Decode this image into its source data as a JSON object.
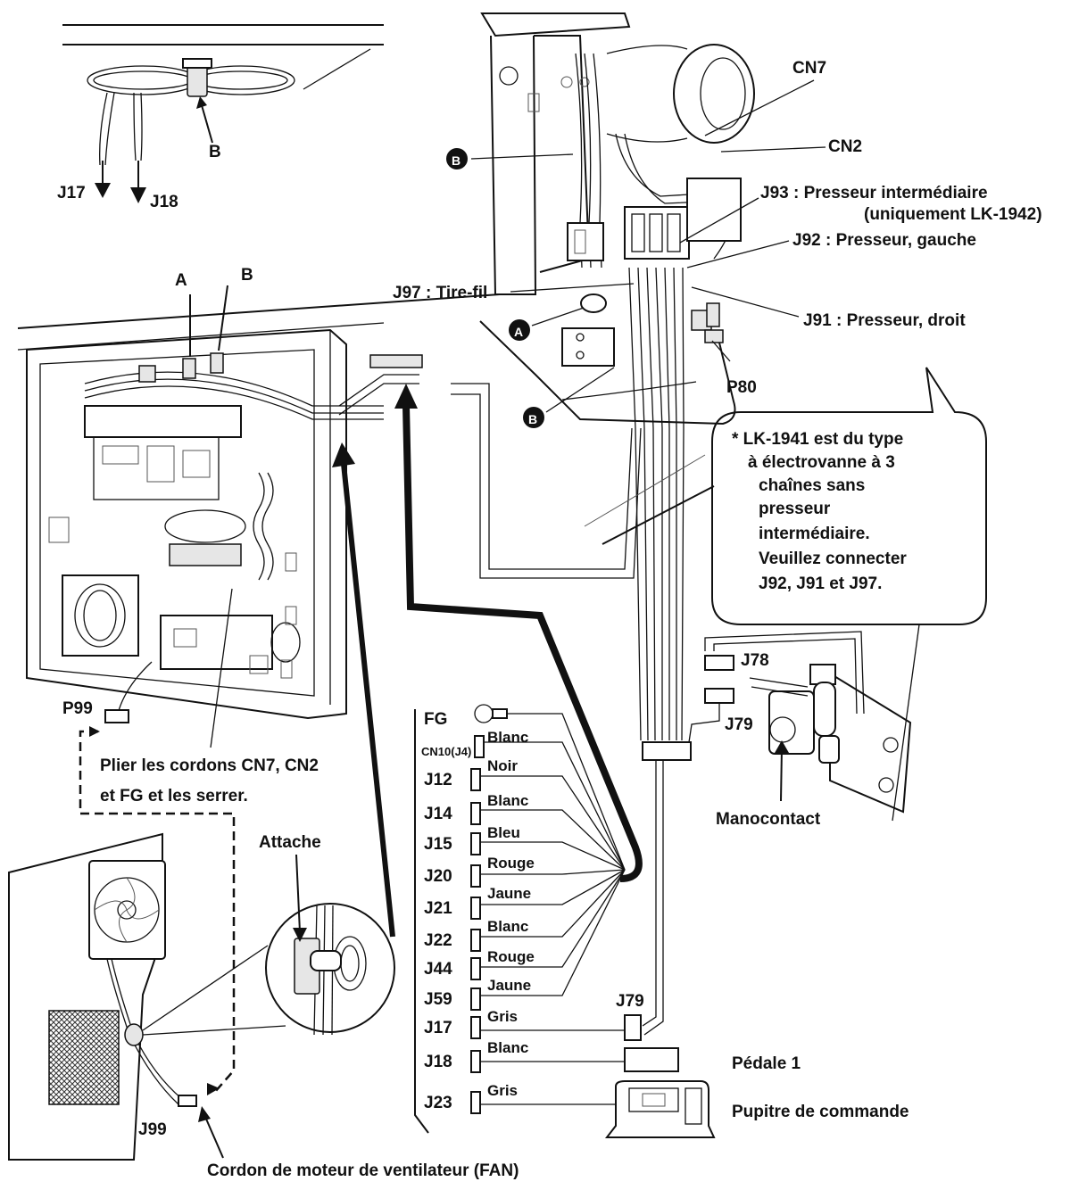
{
  "top_left": {
    "label_b": "B",
    "label_j17": "J17",
    "label_j18": "J18"
  },
  "box": {
    "label_a": "A",
    "label_b": "B",
    "label_p99": "P99"
  },
  "machine": {
    "cn7": "CN7",
    "cn2": "CN2",
    "j93_line1": "J93 : Presseur intermédiaire",
    "j93_line2": "(uniquement LK-1942)",
    "j92": "J92 : Presseur, gauche",
    "j97": "J97 : Tire-fil",
    "j91": "J91 : Presseur, droit",
    "p80": "P80",
    "marker_a": "A",
    "marker_b": "B"
  },
  "note": {
    "lines": [
      "* LK-1941 est du type",
      "à électrovanne à 3",
      "chaînes sans",
      "presseur",
      "intermédiaire.",
      "Veuillez connecter",
      "J92, J91 et J97."
    ]
  },
  "air": {
    "j78": "J78",
    "j79": "J79",
    "manocontact": "Manocontact"
  },
  "instruction": {
    "line1": "Plier les cordons CN7, CN2",
    "line2": "et FG et les serrer."
  },
  "clamp": {
    "label": "Attache"
  },
  "fan": {
    "j99": "J99",
    "caption": "Cordon de moteur de ventilateur (FAN)"
  },
  "connectors": [
    {
      "name": "FG",
      "wire": ""
    },
    {
      "name": "CN10(J4)",
      "wire": "Blanc"
    },
    {
      "name": "J12",
      "wire": "Noir"
    },
    {
      "name": "J14",
      "wire": "Blanc"
    },
    {
      "name": "J15",
      "wire": "Bleu"
    },
    {
      "name": "J20",
      "wire": "Rouge"
    },
    {
      "name": "J21",
      "wire": "Jaune"
    },
    {
      "name": "J22",
      "wire": "Blanc"
    },
    {
      "name": "J44",
      "wire": "Rouge"
    },
    {
      "name": "J59",
      "wire": "Jaune"
    },
    {
      "name": "J17",
      "wire": "Gris"
    },
    {
      "name": "J18",
      "wire": "Blanc"
    },
    {
      "name": "J23",
      "wire": "Gris"
    }
  ],
  "bottom": {
    "j79": "J79",
    "pedale": "Pédale 1",
    "pupitre": "Pupitre de commande"
  }
}
